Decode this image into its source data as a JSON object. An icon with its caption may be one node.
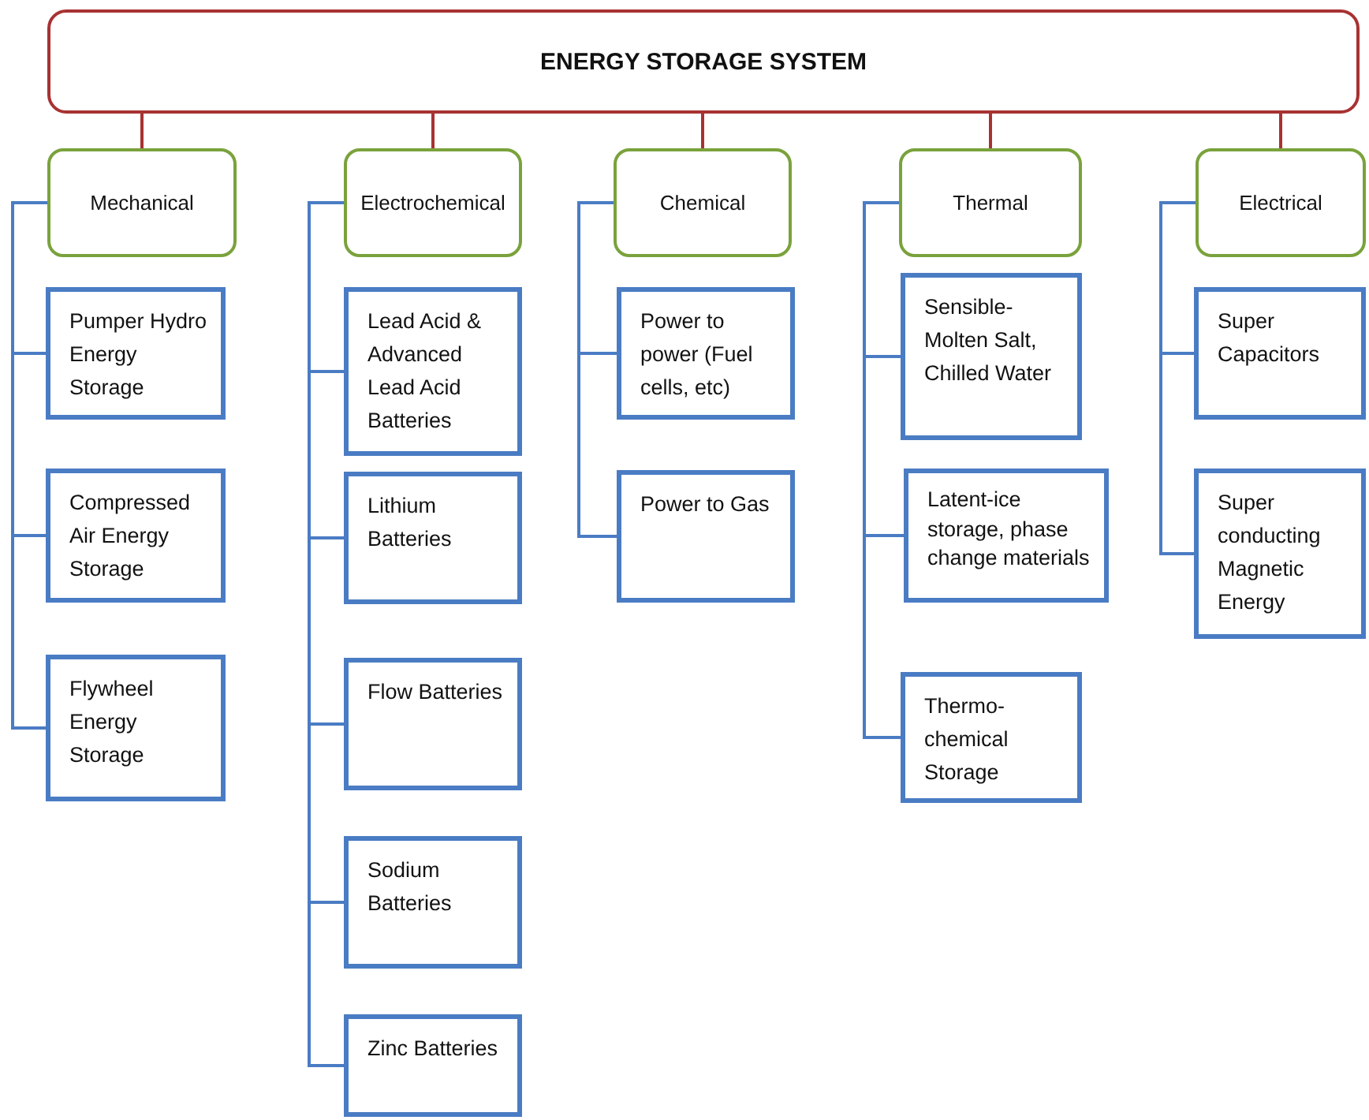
{
  "diagram": {
    "nodes": [
      {
        "text": [
          "ENERGY STORAGE SYSTEM"
        ]
      },
      {
        "text": [
          "Mechanical"
        ]
      },
      {
        "text": [
          "Electrochemical"
        ]
      },
      {
        "text": [
          "Chemical"
        ]
      },
      {
        "text": [
          "Thermal"
        ]
      },
      {
        "text": [
          "Electrical"
        ]
      },
      {
        "text": [
          "Pumper Hydro Energy Storage"
        ]
      },
      {
        "text": [
          "Compressed Air Energy Storage"
        ]
      },
      {
        "text": [
          "Flywheel Energy Storage"
        ]
      },
      {
        "text": [
          "Lead Acid & Advanced Lead Acid Batteries"
        ]
      },
      {
        "text": [
          "Lithium Batteries"
        ]
      },
      {
        "text": [
          "Flow Batteries"
        ]
      },
      {
        "text": [
          "Sodium Batteries"
        ]
      },
      {
        "text": [
          "Zinc Batteries"
        ]
      },
      {
        "text": [
          "Power to power (Fuel cells, etc)"
        ]
      },
      {
        "text": [
          "Power to Gas"
        ]
      },
      {
        "text": [
          "Sensible- Molten Salt, Chilled Water"
        ]
      },
      {
        "text": [
          "Latent-ice storage, phase change materials"
        ]
      },
      {
        "text": [
          "Thermo- chemical Storage"
        ]
      },
      {
        "text": [
          "Super Capacitors"
        ]
      },
      {
        "text": [
          "Super conducting Magnetic Energy"
        ]
      }
    ],
    "edges": [
      {
        "from": 0,
        "to": 1,
        "arrow": "none",
        "color": "#a83232"
      },
      {
        "from": 0,
        "to": 2,
        "arrow": "none",
        "color": "#a83232"
      },
      {
        "from": 0,
        "to": 3,
        "arrow": "none",
        "color": "#a83232"
      },
      {
        "from": 0,
        "to": 4,
        "arrow": "none",
        "color": "#a83232"
      },
      {
        "from": 0,
        "to": 5,
        "arrow": "none",
        "color": "#a83232"
      },
      {
        "from": 1,
        "to": 6,
        "arrow": "none"
      },
      {
        "from": 1,
        "to": 7,
        "arrow": "none"
      },
      {
        "from": 1,
        "to": 8,
        "arrow": "none"
      },
      {
        "from": 2,
        "to": 9,
        "arrow": "none"
      },
      {
        "from": 2,
        "to": 10,
        "arrow": "none"
      },
      {
        "from": 2,
        "to": 11,
        "arrow": "none"
      },
      {
        "from": 2,
        "to": 12,
        "arrow": "none"
      },
      {
        "from": 2,
        "to": 13,
        "arrow": "none"
      },
      {
        "from": 3,
        "to": 14,
        "arrow": "none"
      },
      {
        "from": 3,
        "to": 15,
        "arrow": "none"
      },
      {
        "from": 4,
        "to": 16,
        "arrow": "none"
      },
      {
        "from": 4,
        "to": 17,
        "arrow": "none"
      },
      {
        "from": 4,
        "to": 18,
        "arrow": "none"
      },
      {
        "from": 5,
        "to": 19,
        "arrow": "none"
      },
      {
        "from": 5,
        "to": 20,
        "arrow": "none"
      }
    ]
  }
}
